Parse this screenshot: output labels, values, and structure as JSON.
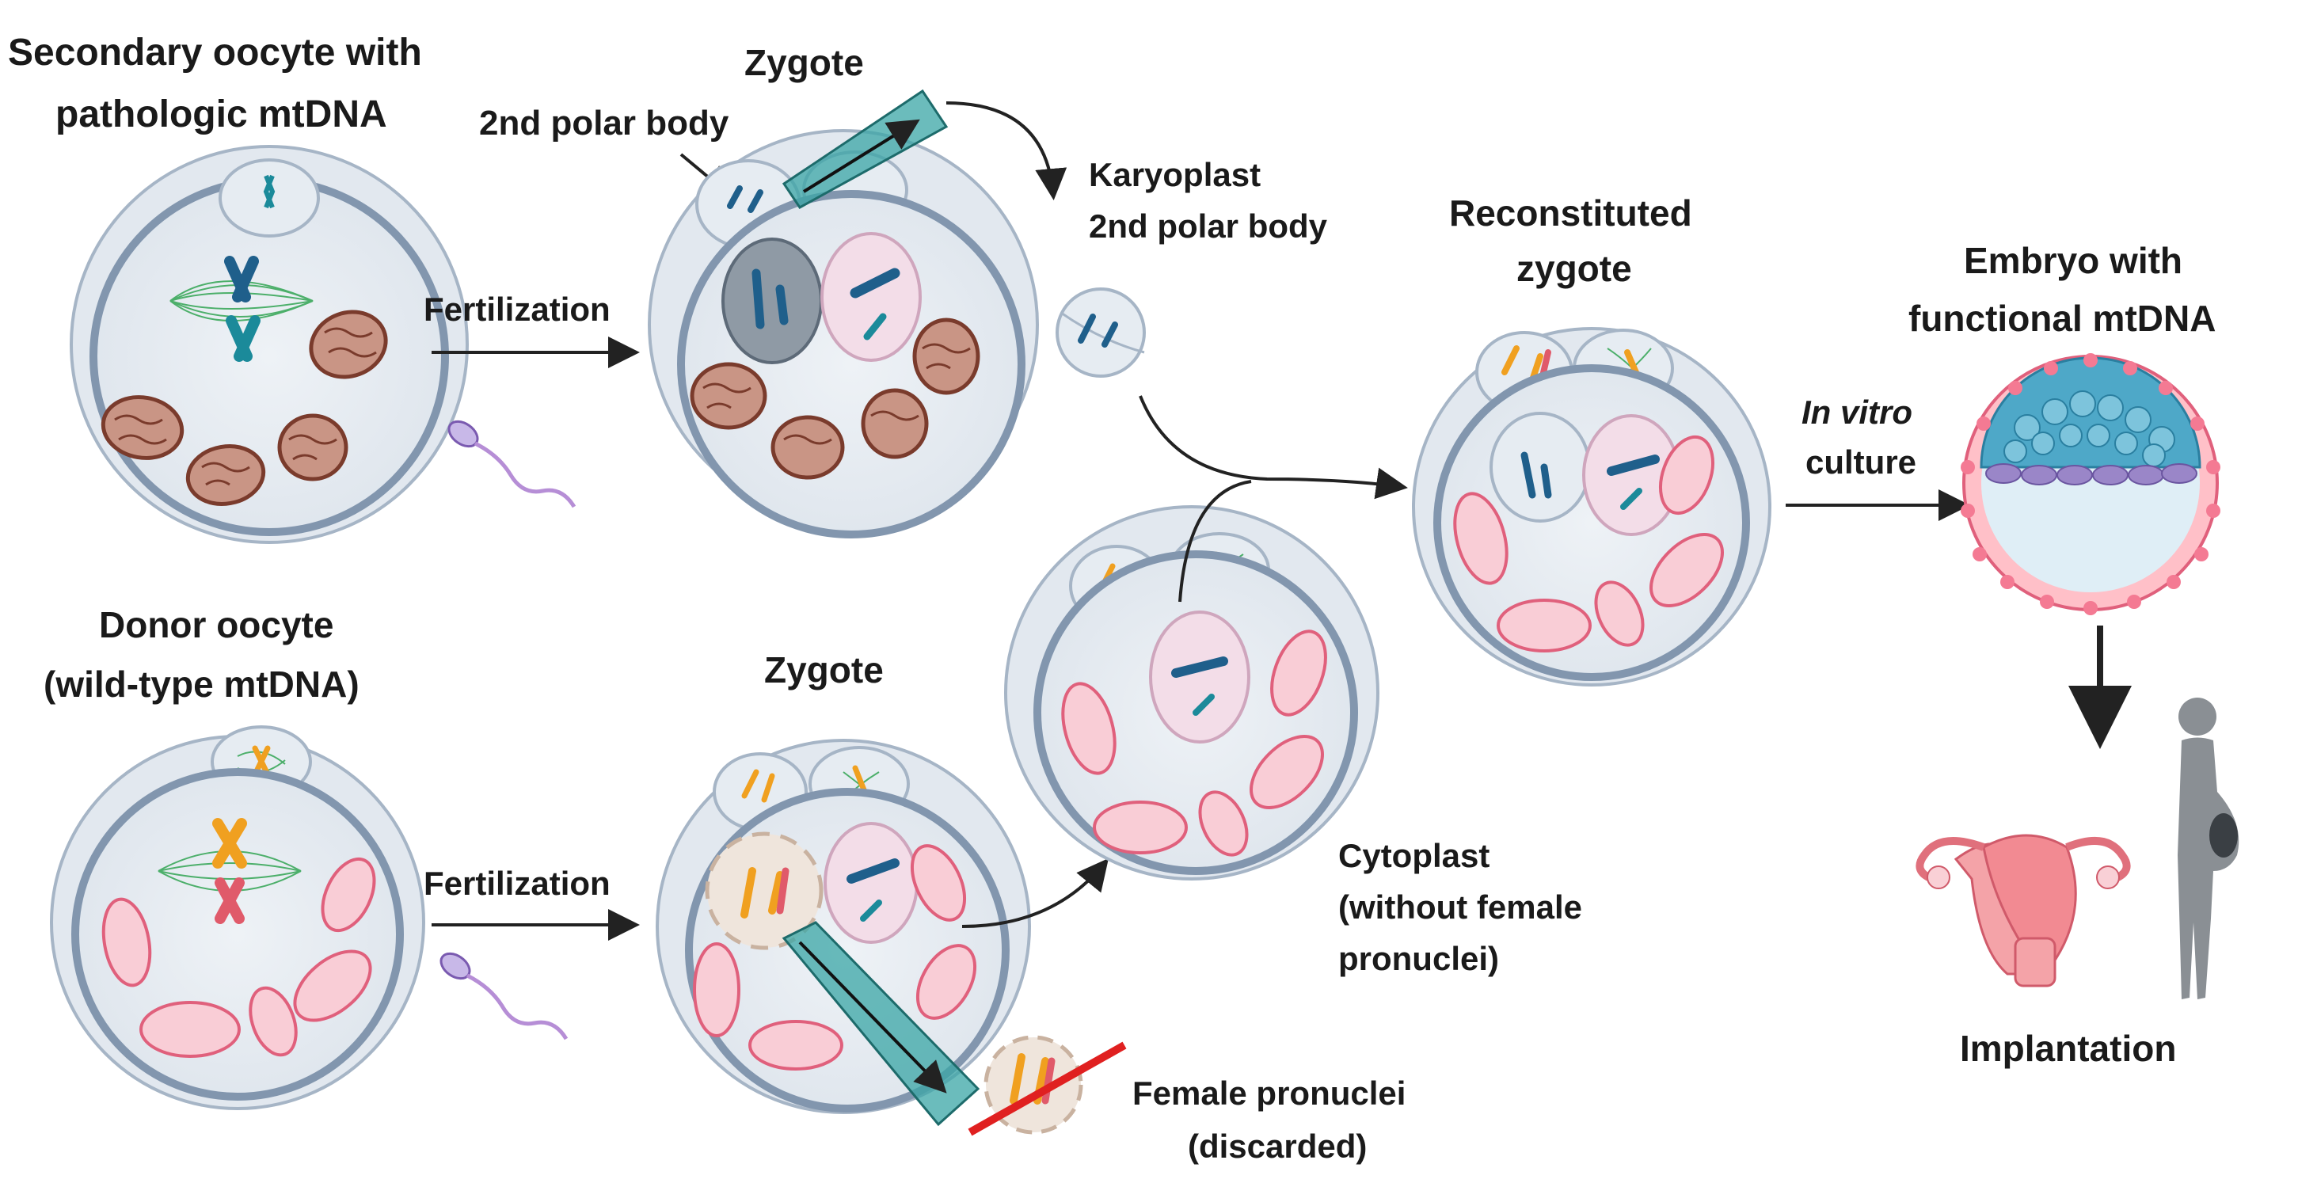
{
  "labels": {
    "secondary_oocyte_line1": "Secondary oocyte with",
    "secondary_oocyte_line2": "pathologic mtDNA",
    "zygote_top": "Zygote",
    "second_polar_body": "2nd polar body",
    "fertilization_top": "Fertilization",
    "karyoplast_line1": "Karyoplast",
    "karyoplast_line2": "2nd polar body",
    "reconstituted_line1": "Reconstituted",
    "reconstituted_line2": "zygote",
    "embryo_line1": "Embryo with",
    "embryo_line2": "functional mtDNA",
    "in_vitro": "In vitro",
    "culture": "culture",
    "donor_line1": "Donor oocyte",
    "donor_line2": "(wild-type mtDNA)",
    "zygote_bottom": "Zygote",
    "fertilization_bottom": "Fertilization",
    "cytoplast_line1": "Cytoplast",
    "cytoplast_line2": "(without female",
    "cytoplast_line3": "pronuclei)",
    "female_pronuclei_line1": "Female pronuclei",
    "female_pronuclei_line2": "(discarded)",
    "implantation": "Implantation"
  },
  "colors": {
    "zona": "#dfe6ee",
    "zona_stroke": "#9fb0c2",
    "cytoplasm": "#e9edf2",
    "membrane": "#8fa3bb",
    "pathologic_mito_fill": "#c99585",
    "pathologic_mito_stroke": "#7a3b2c",
    "healthy_mito_fill": "#f9cdd6",
    "healthy_mito_stroke": "#e0607c",
    "chrom_teal": "#1b8a9a",
    "chrom_blue": "#1f5f8b",
    "chrom_orange": "#f0a020",
    "chrom_red": "#e05a6a",
    "spindle": "#4caf6a",
    "pipette": "#3aa6a6",
    "arrow": "#222222",
    "discard": "#e02020"
  }
}
